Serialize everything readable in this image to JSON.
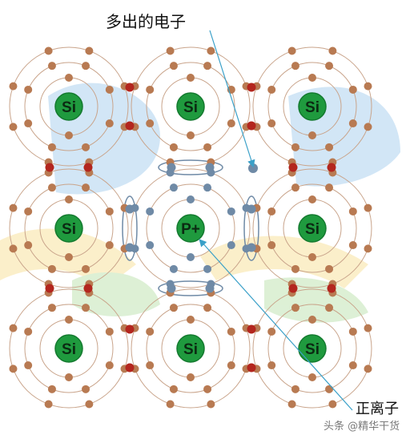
{
  "diagram": {
    "atoms": [
      {
        "symbol": "Si"
      },
      {
        "symbol": "Si"
      },
      {
        "symbol": "Si"
      },
      {
        "symbol": "Si"
      },
      {
        "symbol": "P+"
      },
      {
        "symbol": "Si"
      },
      {
        "symbol": "Si"
      },
      {
        "symbol": "Si"
      },
      {
        "symbol": "Si"
      }
    ],
    "labels": {
      "extra_electron": "多出的电子",
      "positive_ion": "正离子"
    },
    "watermark": "头条 @精华干货",
    "colors": {
      "nucleus_si": "#1f9a3e",
      "nucleus_p": "#1f9a3e",
      "electron_si": "#b87a52",
      "electron_p": "#6f8aa6",
      "bond_electron": "#b3261e",
      "orbit": "#c9a48b",
      "bond_ring_p": "#6f8aa6",
      "arrow": "#3aa0c8",
      "bg_blue": "#7fb8e6",
      "bg_yellow": "#f6d36b",
      "bg_green": "#9fd58a"
    }
  }
}
